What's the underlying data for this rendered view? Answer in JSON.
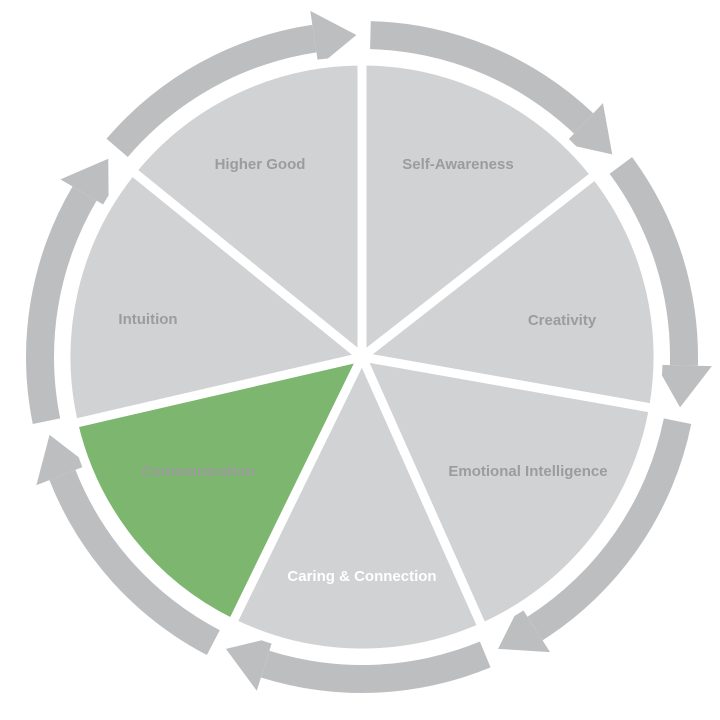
{
  "cycle": {
    "colors": {
      "segment": "#d1d2d4",
      "ring": "#bdbec0",
      "active_segment": "#7cb66f",
      "label": "#9c9c9c",
      "active_label": "#ffffff",
      "background": "#ffffff"
    },
    "segments": [
      {
        "id": "higher-good",
        "label": "Higher Good",
        "active": false
      },
      {
        "id": "self-awareness",
        "label": "Self-Awareness",
        "active": false
      },
      {
        "id": "creativity",
        "label": "Creativity",
        "active": false
      },
      {
        "id": "emotional-intelligence",
        "label": "Emotional Intelligence",
        "active": false
      },
      {
        "id": "caring-connection",
        "label": "Caring & Connection",
        "active": true
      },
      {
        "id": "communication",
        "label": "Communication",
        "active": false
      },
      {
        "id": "intuition",
        "label": "Intuition",
        "active": false
      }
    ]
  }
}
